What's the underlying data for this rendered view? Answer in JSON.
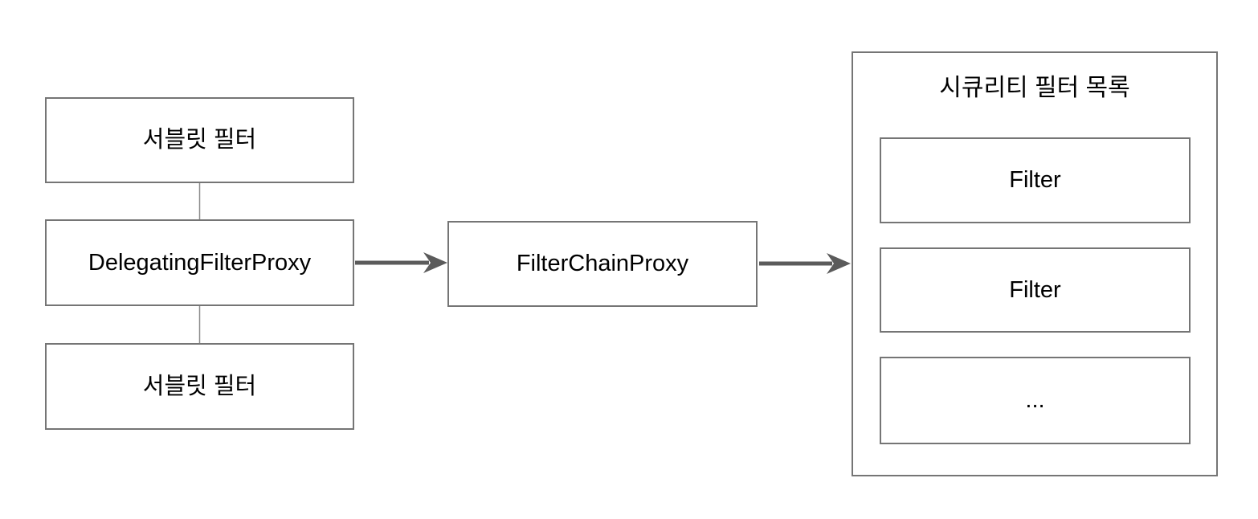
{
  "colors": {
    "background": "#ffffff",
    "box_border": "#757575",
    "panel_border": "#757575",
    "connector": "#8c8c8c",
    "arrow": "#5b5b5b",
    "text": "#000000"
  },
  "nodes": {
    "servlet_filter_top": "서블릿 필터",
    "delegating_filter_proxy": "DelegatingFilterProxy",
    "servlet_filter_bottom": "서블릿 필터",
    "filter_chain_proxy": "FilterChainProxy"
  },
  "security_panel": {
    "title": "시큐리티 필터 목록",
    "filters": [
      "Filter",
      "Filter",
      "..."
    ]
  },
  "edges": [
    {
      "from": "servlet_filter_top",
      "to": "delegating_filter_proxy",
      "type": "line"
    },
    {
      "from": "delegating_filter_proxy",
      "to": "servlet_filter_bottom",
      "type": "line"
    },
    {
      "from": "delegating_filter_proxy",
      "to": "filter_chain_proxy",
      "type": "arrow"
    },
    {
      "from": "filter_chain_proxy",
      "to": "security_panel",
      "type": "arrow"
    },
    {
      "from": "filter_1",
      "to": "filter_2",
      "type": "line"
    },
    {
      "from": "filter_2",
      "to": "filter_3",
      "type": "line"
    }
  ]
}
